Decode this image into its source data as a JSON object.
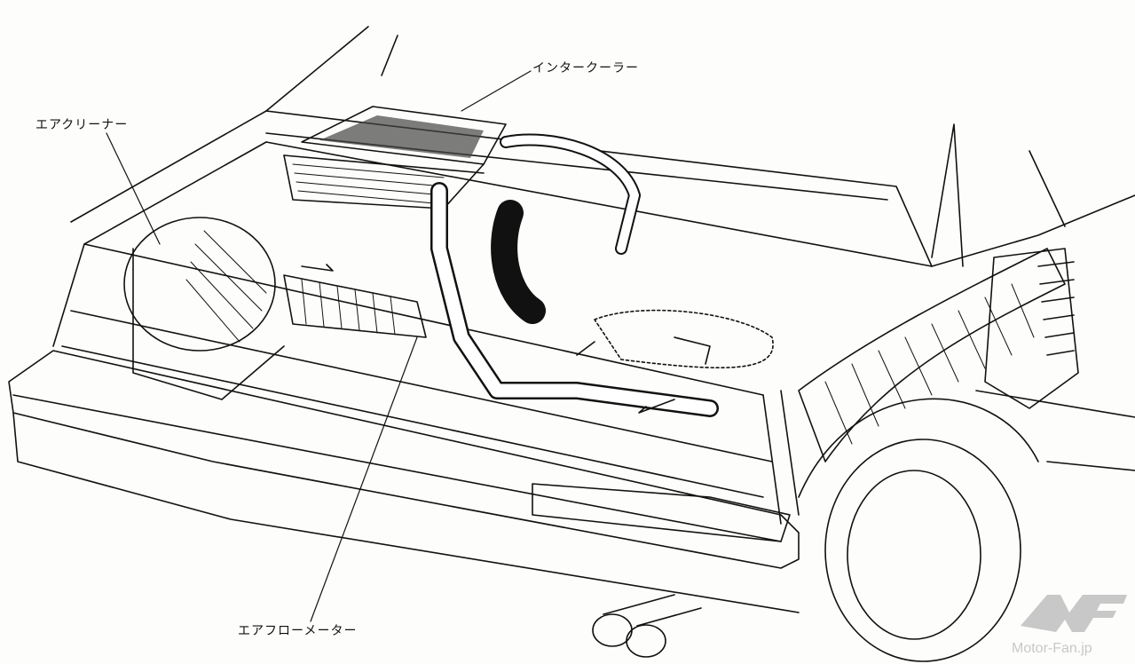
{
  "labels": {
    "intercooler": "インタークーラー",
    "air_cleaner": "エアクリーナー",
    "air_flow_meter": "エアフローメーター"
  },
  "watermark": {
    "logo": "MF",
    "site": "Motor-Fan.jp"
  },
  "colors": {
    "ink": "#111111",
    "watermark": "#c8c8c8"
  }
}
